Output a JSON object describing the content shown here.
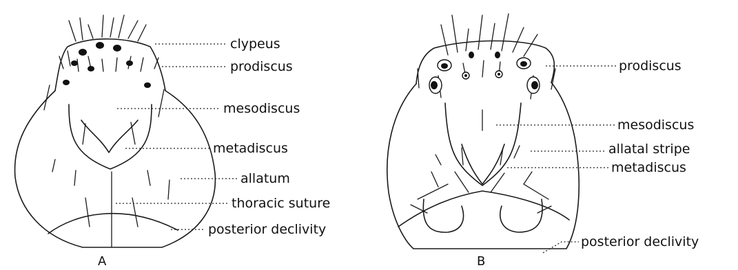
{
  "panels": [
    {
      "letter": "A",
      "labels": [
        "clypeus",
        "prodiscus",
        "mesodiscus",
        "metadiscus",
        "allatum",
        "thoracic suture",
        "posterior declivity"
      ]
    },
    {
      "letter": "B",
      "labels": [
        "prodiscus",
        "mesodiscus",
        "allatal stripe",
        "metadiscus",
        "posterior declivity"
      ]
    }
  ]
}
